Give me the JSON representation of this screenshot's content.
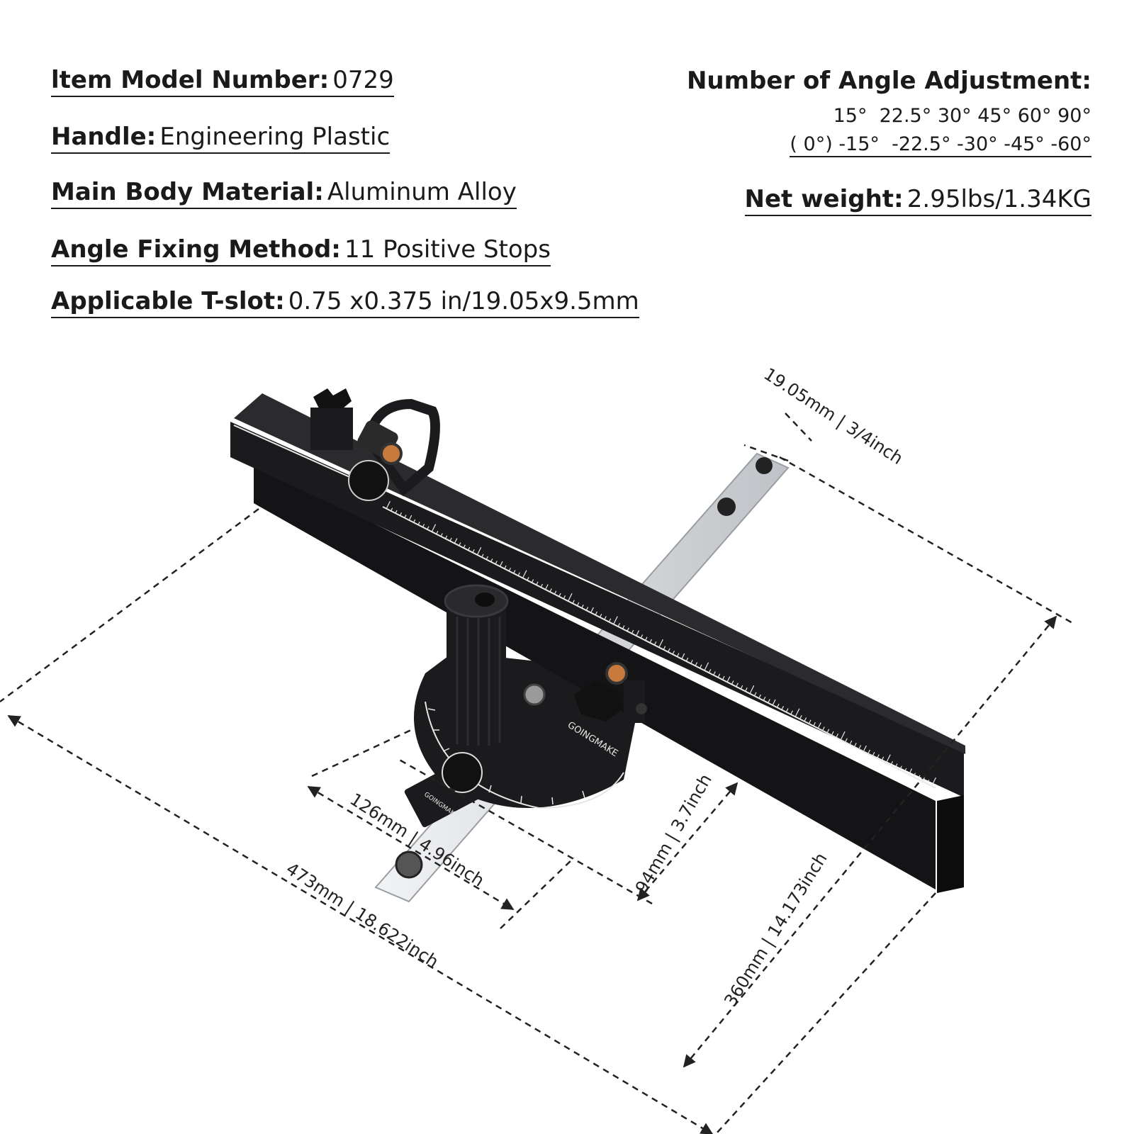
{
  "specs_left": [
    {
      "key": "ltem Model Number:",
      "value": "0729"
    },
    {
      "key": "Handle:",
      "value": "Engineering Plastic"
    },
    {
      "key": "Main Body Material:",
      "value": "Aluminum Alloy"
    },
    {
      "key": "Angle Fixing Method:",
      "value": "11 Positive Stops"
    },
    {
      "key": "Applicable T-slot:",
      "value": "0.75 x0.375 in/19.05x9.5mm"
    }
  ],
  "angle_adjustment": {
    "title": "Number of Angle Adjustment:",
    "line1": "15°  22.5° 30° 45° 60° 90°",
    "line2": "( 0°) -15°  -22.5° -30° -45° -60°"
  },
  "net_weight": {
    "key": "Net weight:",
    "value": "2.95lbs/1.34KG"
  },
  "dimensions": {
    "bar_width": "19.05mm | 3/4inch",
    "protractor_width": "126mm | 4.96inch",
    "protractor_depth": "94mm | 3.7inch",
    "fence_length": "473mm | 18.622inch",
    "bar_length": "360mm | 14.173inch"
  },
  "brand_marks": [
    "GOINGMAKE",
    "GOINGMAKE"
  ],
  "colors": {
    "text": "#1a1a1a",
    "product_black": "#1b1b1d",
    "bar_silver": "#d9dbde"
  }
}
